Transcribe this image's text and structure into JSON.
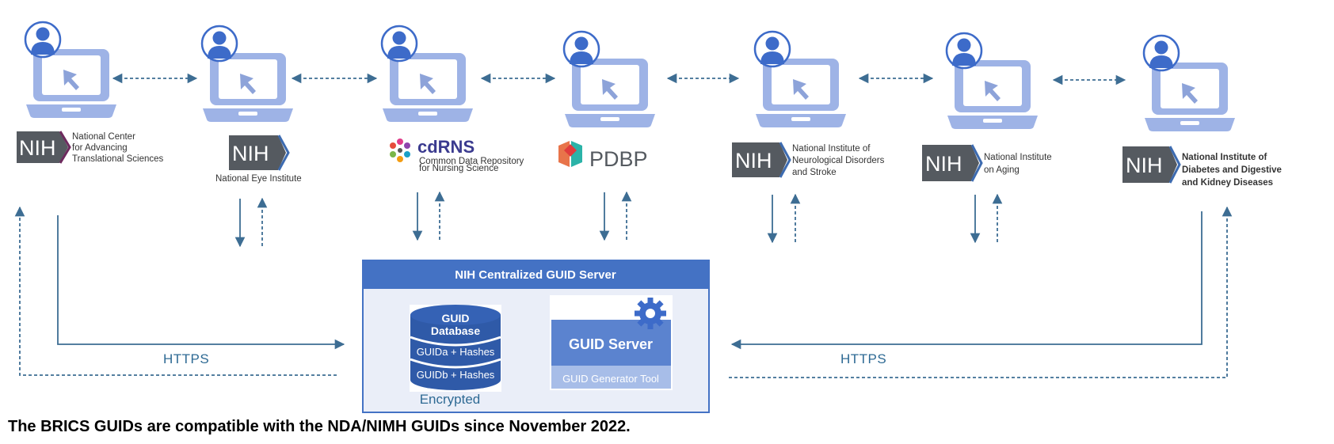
{
  "institutes": [
    {
      "logo": "NIH",
      "name_lines": [
        "National Center",
        "for Advancing",
        "Translational Sciences"
      ]
    },
    {
      "logo": "NIH",
      "name_lines": [
        "National Eye Institute"
      ]
    },
    {
      "logo": "cdRNS",
      "name_lines": [
        "Common Data Repository",
        "for Nursing Science"
      ]
    },
    {
      "logo": "PDBP",
      "name_lines": []
    },
    {
      "logo": "NIH",
      "name_lines": [
        "National Institute of",
        "Neurological Disorders",
        "and Stroke"
      ]
    },
    {
      "logo": "NIH",
      "name_lines": [
        "National Institute",
        "on Aging"
      ]
    },
    {
      "logo": "NIH",
      "name_lines": [
        "National Institute of",
        "Diabetes and Digestive",
        "and Kidney Diseases"
      ]
    }
  ],
  "server": {
    "title": "NIH Centralized GUID Server",
    "database": {
      "title_line1": "GUID",
      "title_line2": "Database",
      "row1": "GUIDa + Hashes",
      "row2": "GUIDb + Hashes",
      "status": "Encrypted"
    },
    "generator": {
      "title": "GUID Server",
      "tool": "GUID Generator Tool",
      "icon": "gear-icon"
    }
  },
  "protocol_labels": {
    "left": "HTTPS",
    "right": "HTTPS"
  },
  "caption": "The BRICS GUIDs are compatible with the NDA/NIMH GUIDs since November 2022.",
  "colors": {
    "computer": "#9eb3e6",
    "user": "#3d6bc9",
    "arrow": "#3d6d93",
    "nih_badge": "#555a60",
    "server_header": "#4472c4",
    "server_body": "#eaeef8",
    "https_label": "#2e6a94"
  }
}
